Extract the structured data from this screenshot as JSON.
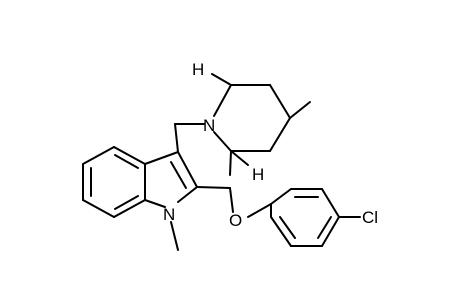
{
  "molecule": {
    "atoms": {
      "n_piperidine": "N",
      "n_indole": "N",
      "o_ether": "O",
      "cl": "Cl",
      "h_top": "H",
      "h_bottom": "H"
    }
  },
  "colors": {
    "bond": "#000000",
    "background": "#ffffff"
  }
}
